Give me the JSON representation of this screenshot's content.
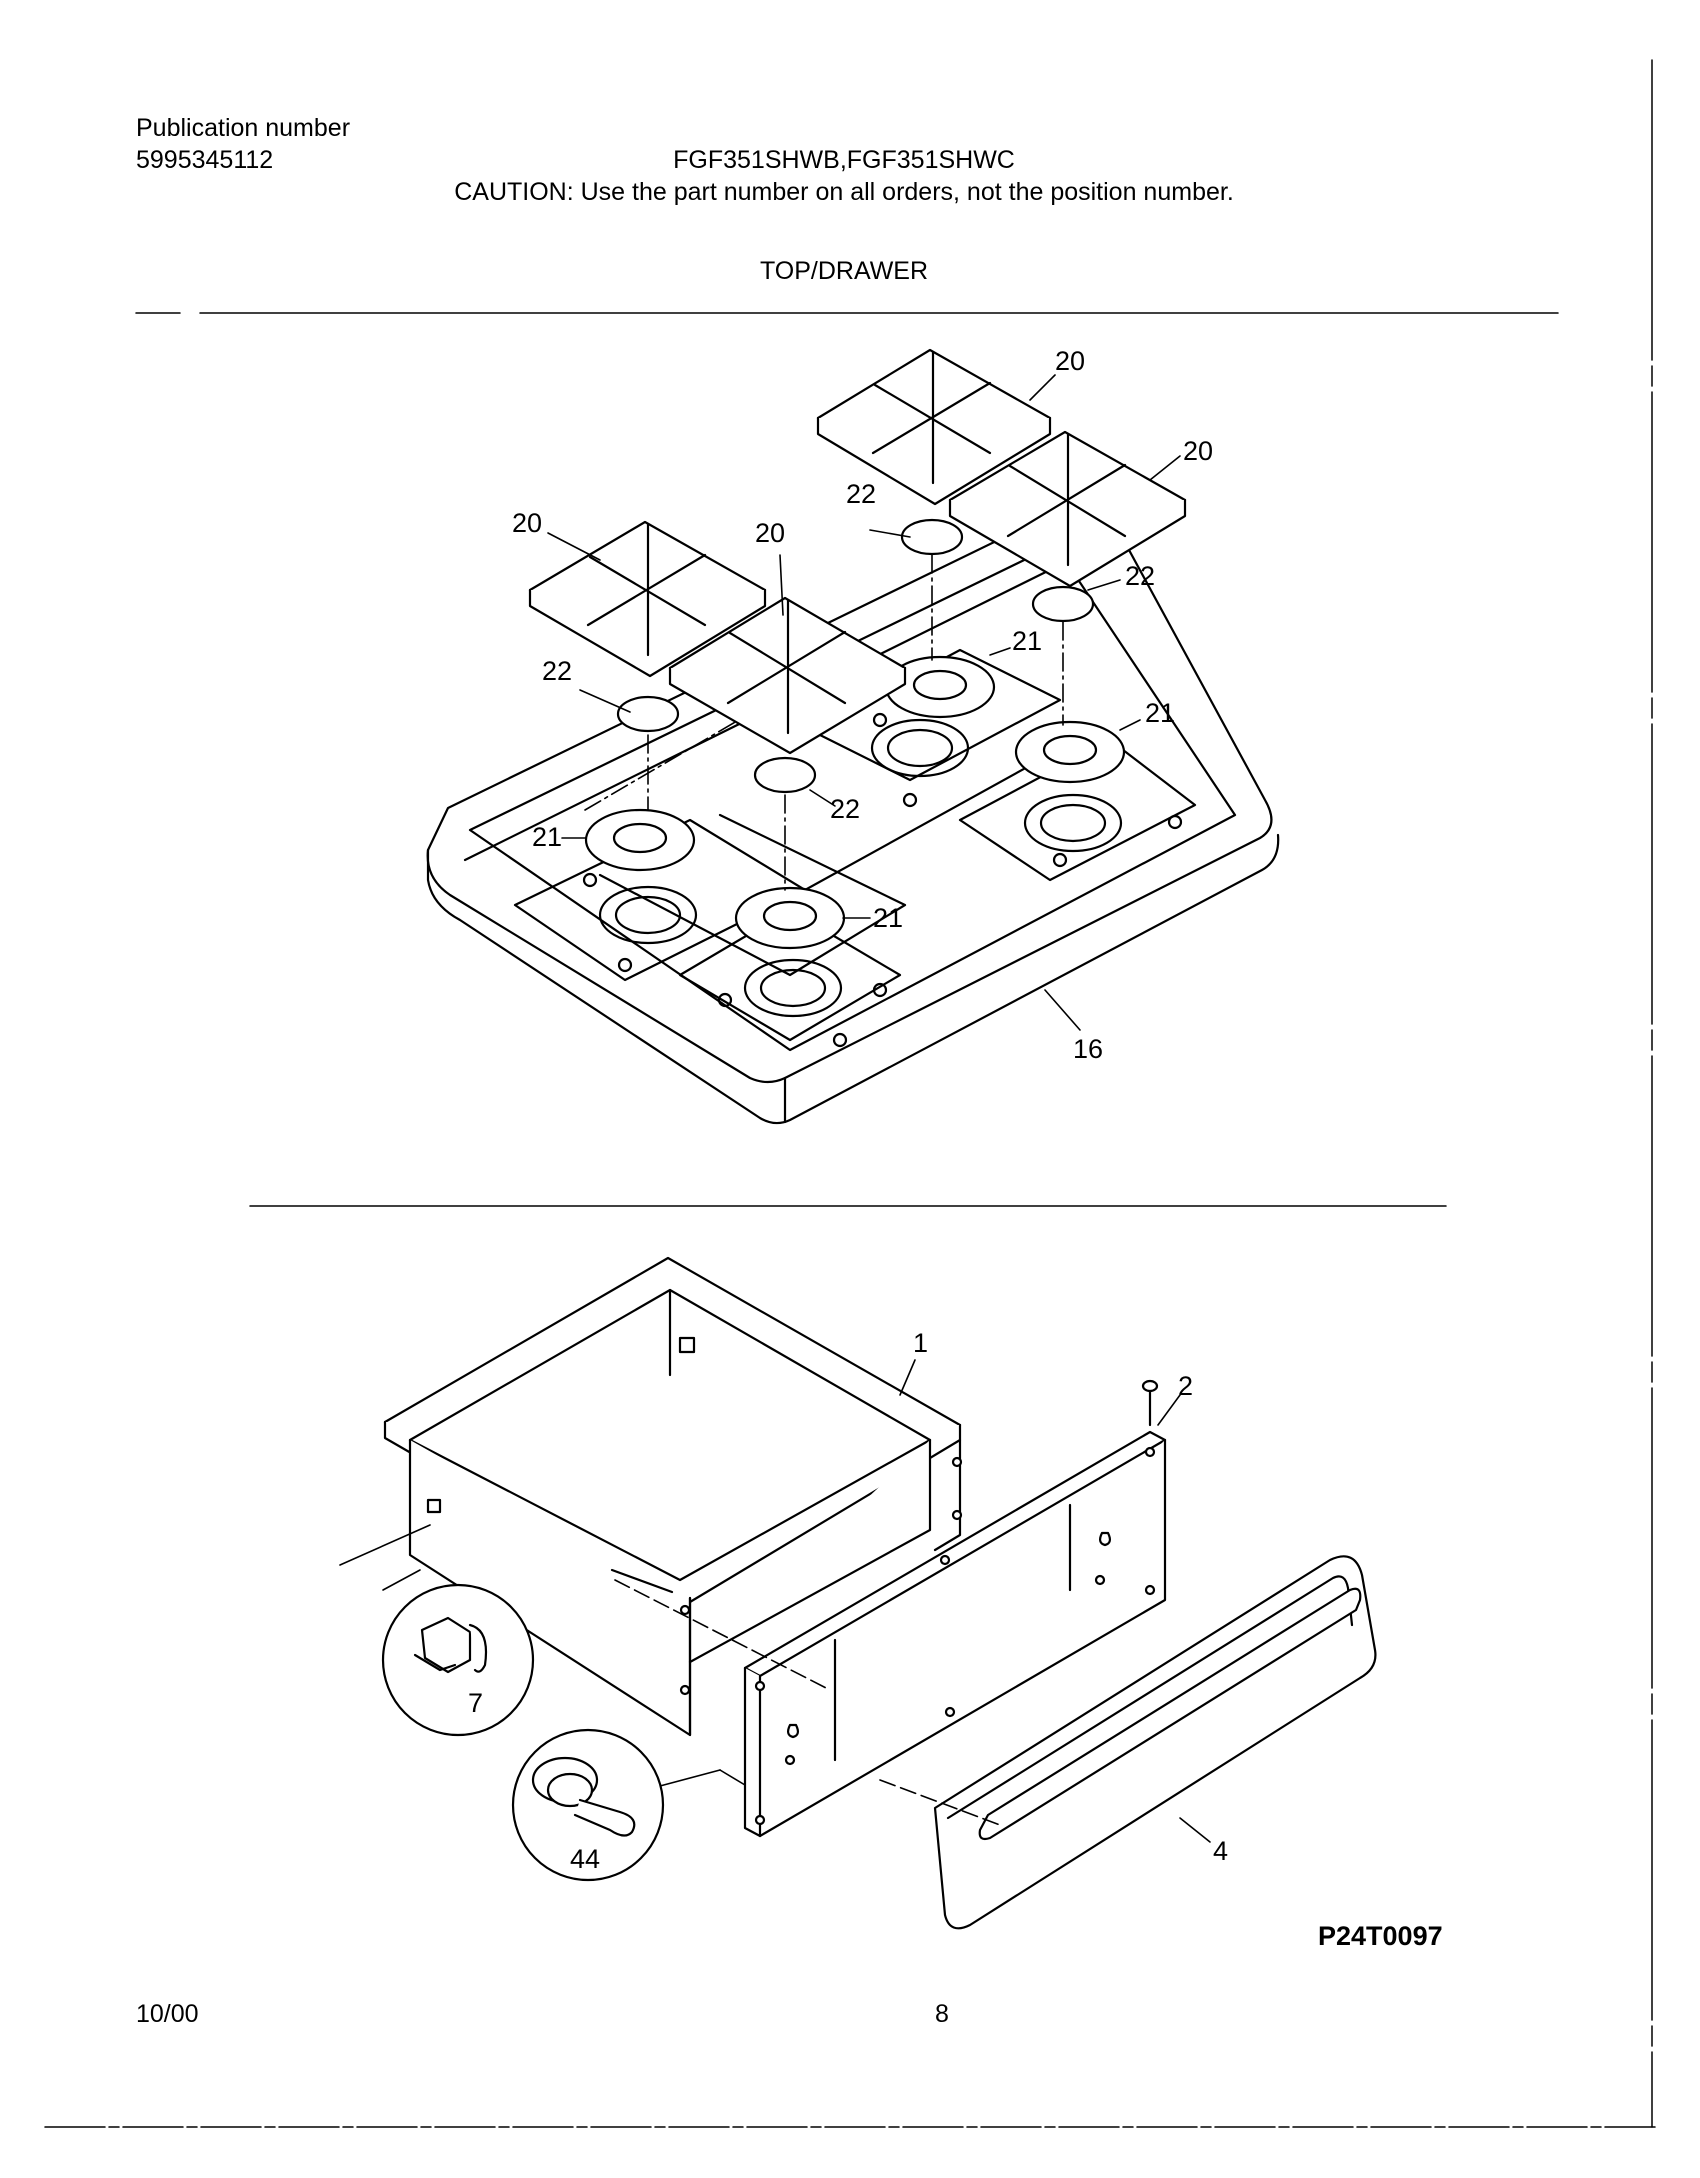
{
  "header": {
    "publication_label": "Publication number",
    "publication_number": "5995345112",
    "models": "FGF351SHWB,FGF351SHWC",
    "caution": "CAUTION:  Use the part number on all orders, not the position number.",
    "section_title": "TOP/DRAWER"
  },
  "diagram": {
    "top_callouts": {
      "grate_a": "20",
      "grate_b": "20",
      "grate_c": "20",
      "grate_d": "20",
      "cap_a": "22",
      "cap_b": "22",
      "cap_c": "22",
      "cap_d": "22",
      "head_a": "21",
      "head_b": "21",
      "head_c": "21",
      "head_d": "21",
      "cooktop": "16"
    },
    "bottom_callouts": {
      "drawer_body": "1",
      "drawer_panel": "2",
      "drawer_front": "4",
      "glide": "7",
      "roller": "44"
    },
    "figure_code": "P24T0097"
  },
  "footer": {
    "date": "10/00",
    "page_number": "8"
  }
}
